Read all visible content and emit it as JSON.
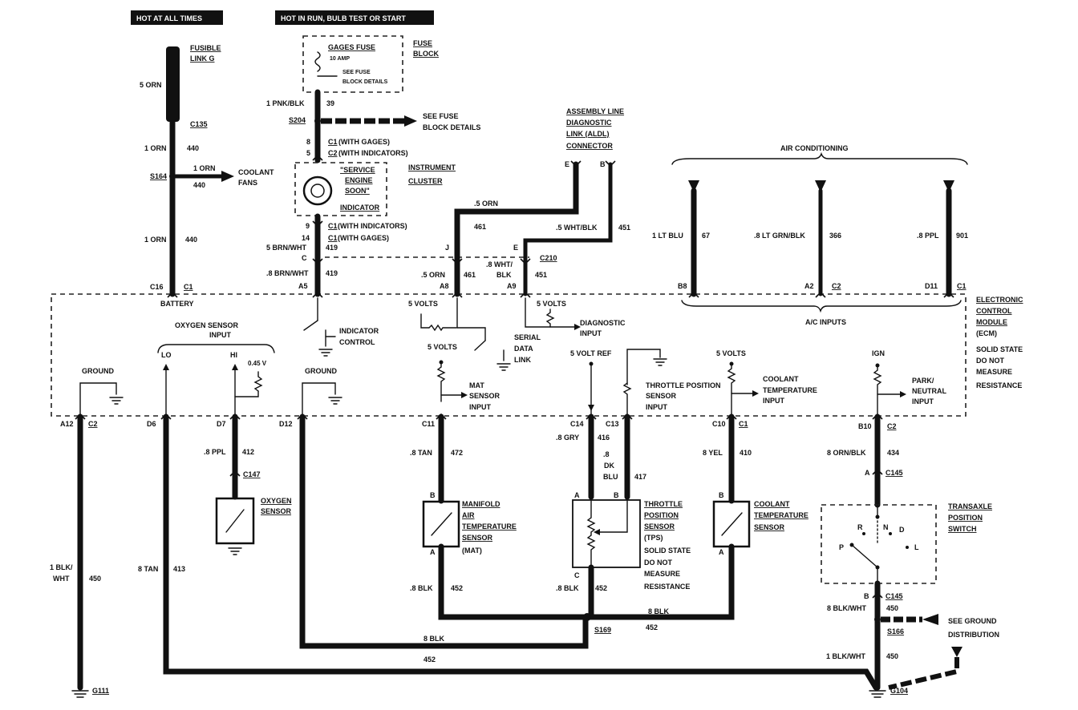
{
  "headers": {
    "hot_always": "HOT AT ALL TIMES",
    "hot_run": "HOT IN RUN, BULB TEST OR START"
  },
  "left": {
    "fusible_link_1": "FUSIBLE",
    "fusible_link_2": "LINK G",
    "wire_5orn": "5 ORN",
    "c135": "C135",
    "wire_1orn_a": "1 ORN",
    "circ_440_a": "440",
    "s164": "S164",
    "wire_1orn_b": "1 ORN",
    "circ_440_b": "440",
    "coolant_fans_1": "COOLANT",
    "coolant_fans_2": "FANS",
    "wire_1orn_c": "1 ORN",
    "circ_440_c": "440",
    "c16": "C16",
    "c1": "C1",
    "battery": "BATTERY"
  },
  "fuse": {
    "gages_fuse": "GAGES FUSE",
    "amp": "10 AMP",
    "see_fuse_1": "SEE FUSE",
    "see_fuse_2": "BLOCK DETAILS",
    "fuse_block_1": "FUSE",
    "fuse_block_2": "BLOCK",
    "wire_1pnk": "1 PNK/BLK",
    "circ_39": "39",
    "s204": "S204",
    "see_fuse_b1": "SEE FUSE",
    "see_fuse_b2": "BLOCK DETAILS",
    "pin8": "8",
    "pin5": "5",
    "c1_gages": "C1",
    "with_gages": "(WITH GAGES)",
    "c2_ind": "C2",
    "with_indicators": "(WITH INDICATORS)",
    "service_1": "\"SERVICE",
    "service_2": "ENGINE",
    "service_3": "SOON\"",
    "service_4": "INDICATOR",
    "instrument_1": "INSTRUMENT",
    "instrument_2": "CLUSTER",
    "pin9": "9",
    "pin14": "14",
    "c1_b": "C1",
    "with_ind_b": "(WITH INDICATORS)",
    "c1_c": "C1",
    "with_gages_b": "(WITH GAGES)",
    "wire_5brn": "5 BRN/WHT",
    "circ_419_a": "419",
    "c_label": "C",
    "wire_8brn": ".8 BRN/WHT",
    "circ_419_b": "419",
    "a5": "A5"
  },
  "aldl": {
    "title_1": "ASSEMBLY LINE",
    "title_2": "DIAGNOSTIC",
    "title_3": "LINK (ALDL)",
    "title_4": "CONNECTOR",
    "pin_e": "E",
    "pin_b": "B",
    "wire_5orn": ".5 ORN",
    "circ_461": "461",
    "wire_5wht": ".5 WHT/BLK",
    "circ_451": "451",
    "j": "J",
    "e2": "E",
    "c210": "C210",
    "wire_8wht_1": ".8 WHT/",
    "wire_8wht_2": "BLK",
    "circ_451_b": "451",
    "wire_5orn_b": ".5 ORN",
    "circ_461_b": "461",
    "a8": "A8",
    "a9": "A9"
  },
  "ac": {
    "title": "AIR CONDITIONING",
    "w1": "1 LT BLU",
    "c67": "67",
    "w2": ".8 LT GRN/BLK",
    "c366": "366",
    "w3": ".8 PPL",
    "c901": "901",
    "b8": "B8",
    "a2": "A2",
    "c2": "C2",
    "d11": "D11",
    "c1": "C1",
    "inputs": "A/C INPUTS"
  },
  "ecm": {
    "l1": "ELECTRONIC",
    "l2": "CONTROL",
    "l3": "MODULE",
    "l4": "(ECM)",
    "l5": "SOLID STATE",
    "l6": "DO NOT",
    "l7": "MEASURE",
    "l8": "RESISTANCE",
    "o2_input_1": "OXYGEN SENSOR",
    "o2_input_2": "INPUT",
    "lo": "LO",
    "hi": "HI",
    "v045": "0.45 V",
    "ground_a": "GROUND",
    "ground_b": "GROUND",
    "ind_ctrl_1": "INDICATOR",
    "ind_ctrl_2": "CONTROL",
    "five_v_a": "5 VOLTS",
    "five_v_b": "5 VOLTS",
    "five_v_c": "5 VOLTS",
    "five_v_d": "5 VOLTS",
    "serial_1": "SERIAL",
    "serial_2": "DATA",
    "serial_3": "LINK",
    "diag_1": "DIAGNOSTIC",
    "diag_2": "INPUT",
    "mat_1": "MAT",
    "mat_2": "SENSOR",
    "mat_3": "INPUT",
    "five_ref": "5 VOLT REF",
    "tps_1": "THROTTLE POSITION",
    "tps_2": "SENSOR",
    "tps_3": "INPUT",
    "cool_1": "COOLANT",
    "cool_2": "TEMPERATURE",
    "cool_3": "INPUT",
    "ign": "IGN",
    "park_1": "PARK/",
    "park_2": "NEUTRAL",
    "park_3": "INPUT"
  },
  "bottom": {
    "a12": "A12",
    "c2a": "C2",
    "d6": "D6",
    "d7": "D7",
    "d12": "D12",
    "c11": "C11",
    "c14": "C14",
    "c13": "C13",
    "c10": "C10",
    "c1b": "C1",
    "b10": "B10",
    "c2b": "C2",
    "w8ppl": ".8 PPL",
    "c412": "412",
    "c147": "C147",
    "o2_1": "OXYGEN",
    "o2_2": "SENSOR",
    "w8tan": ".8 TAN",
    "c472": "472",
    "w8gry": ".8 GRY",
    "c416": "416",
    "w8dk1": ".8",
    "w8dk2": "DK",
    "w8dk3": "BLU",
    "c417": "417",
    "w8yel": "8 YEL",
    "c410": "410",
    "w8orn": "8 ORN/BLK",
    "c434": "434",
    "pa": "A",
    "c145": "C145",
    "pb1": "B",
    "pa1": "A",
    "pb2": "B",
    "pa2": "A",
    "pb3": "B",
    "pa3": "A",
    "pc": "C",
    "pb4": "B",
    "mat_1": "MANIFOLD",
    "mat_2": "AIR",
    "mat_3": "TEMPERATURE",
    "mat_4": "SENSOR",
    "mat_5": "(MAT)",
    "tps_1": "THROTTLE",
    "tps_2": "POSITION",
    "tps_3": "SENSOR",
    "tps_4": "(TPS)",
    "tps_5": "SOLID STATE",
    "tps_6": "DO NOT",
    "tps_7": "MEASURE",
    "tps_8": "RESISTANCE",
    "cts_1": "COOLANT",
    "cts_2": "TEMPERATURE",
    "cts_3": "SENSOR",
    "trans_1": "TRANSAXLE",
    "trans_2": "POSITION",
    "trans_3": "SWITCH",
    "r": "R",
    "n": "N",
    "d": "D",
    "p": "P",
    "l": "L",
    "w1blk": "1 BLK/",
    "w1blk2": "WHT",
    "c450": "450",
    "w8tan2": "8 TAN",
    "c413": "413",
    "w8blk_a": ".8 BLK",
    "c452_a": "452",
    "w8blk_b": ".8 BLK",
    "c452_b": "452",
    "w8blk_c": "8 BLK",
    "c452_c": "452",
    "w8blk_d": "8 BLK",
    "c452_d": "452",
    "s169": "S169",
    "w8blkwht": "8 BLK/WHT",
    "c450_b": "450",
    "c145_b": "C145",
    "see_gnd_1": "SEE GROUND",
    "see_gnd_2": "DISTRIBUTION",
    "s166": "S166",
    "w1blkwht": "1 BLK/WHT",
    "c450_c": "450",
    "g111": "G111",
    "g104": "G104"
  }
}
